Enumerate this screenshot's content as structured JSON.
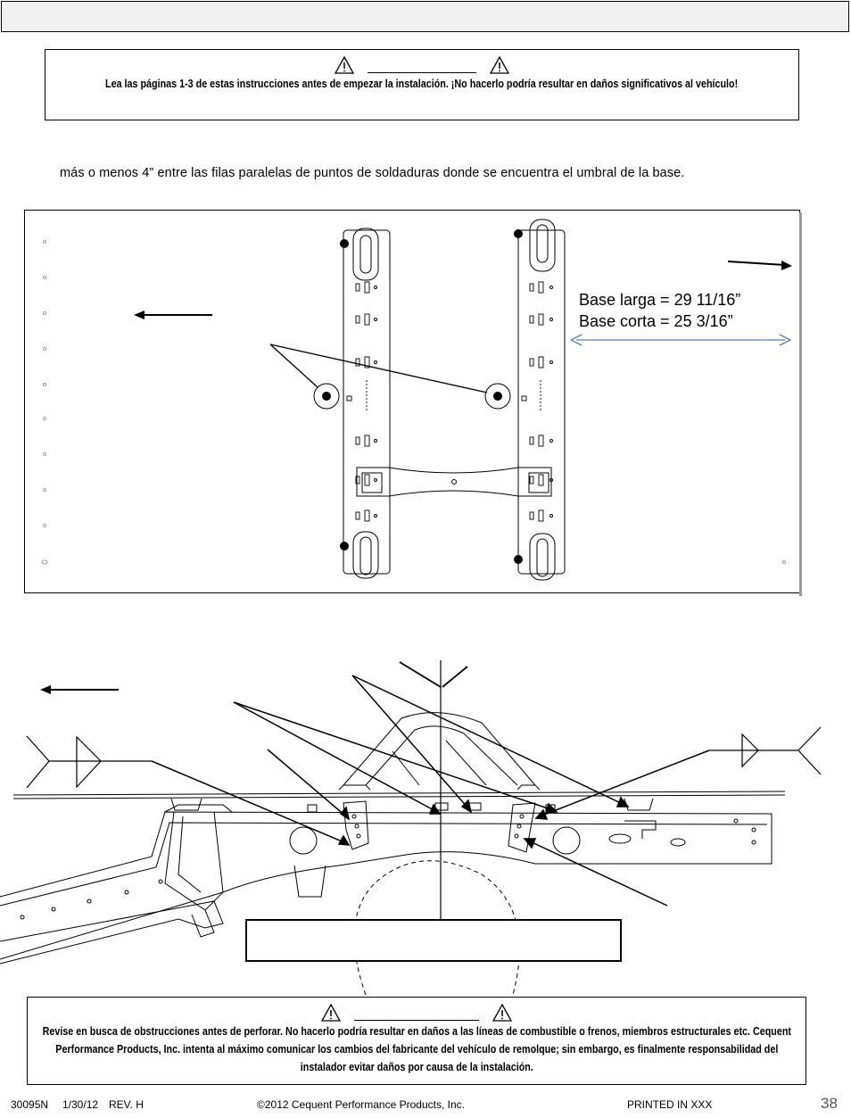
{
  "warning_top": {
    "icon_left": "warning-triangle-icon",
    "icon_right": "warning-triangle-icon",
    "text": "Lea las páginas 1-3 de estas instrucciones antes de empezar la instalación. ¡No hacerlo podría resultar en daños significativos al vehículo!"
  },
  "body": {
    "paragraph": "más o menos 4” entre las filas paralelas de puntos de soldaduras donde se encuentra el umbral de la base."
  },
  "diagram1": {
    "label_line1": "Base larga = 29 11/16”",
    "label_line2": "Base corta = 25 3/16”",
    "arrow_color": "#4f81bd"
  },
  "warning_bottom": {
    "icon_left": "warning-triangle-icon",
    "icon_right": "warning-triangle-icon",
    "text": "Revise en busca de obstrucciones antes de perforar. No hacerlo podría resultar en daños a las líneas de combustible o frenos, miembros estructurales etc. Cequent Performance Products, Inc. intenta al máximo comunicar los cambios del fabricante del vehículo de remolque; sin embargo, es finalmente responsabilidad del instalador evitar daños por causa de la instalación."
  },
  "footer": {
    "doc_id": "30095N",
    "date": "1/30/12",
    "rev": "REV. H",
    "copyright": "©2012 Cequent Performance Products, Inc.",
    "printed": "PRINTED IN XXX",
    "page": "38"
  }
}
